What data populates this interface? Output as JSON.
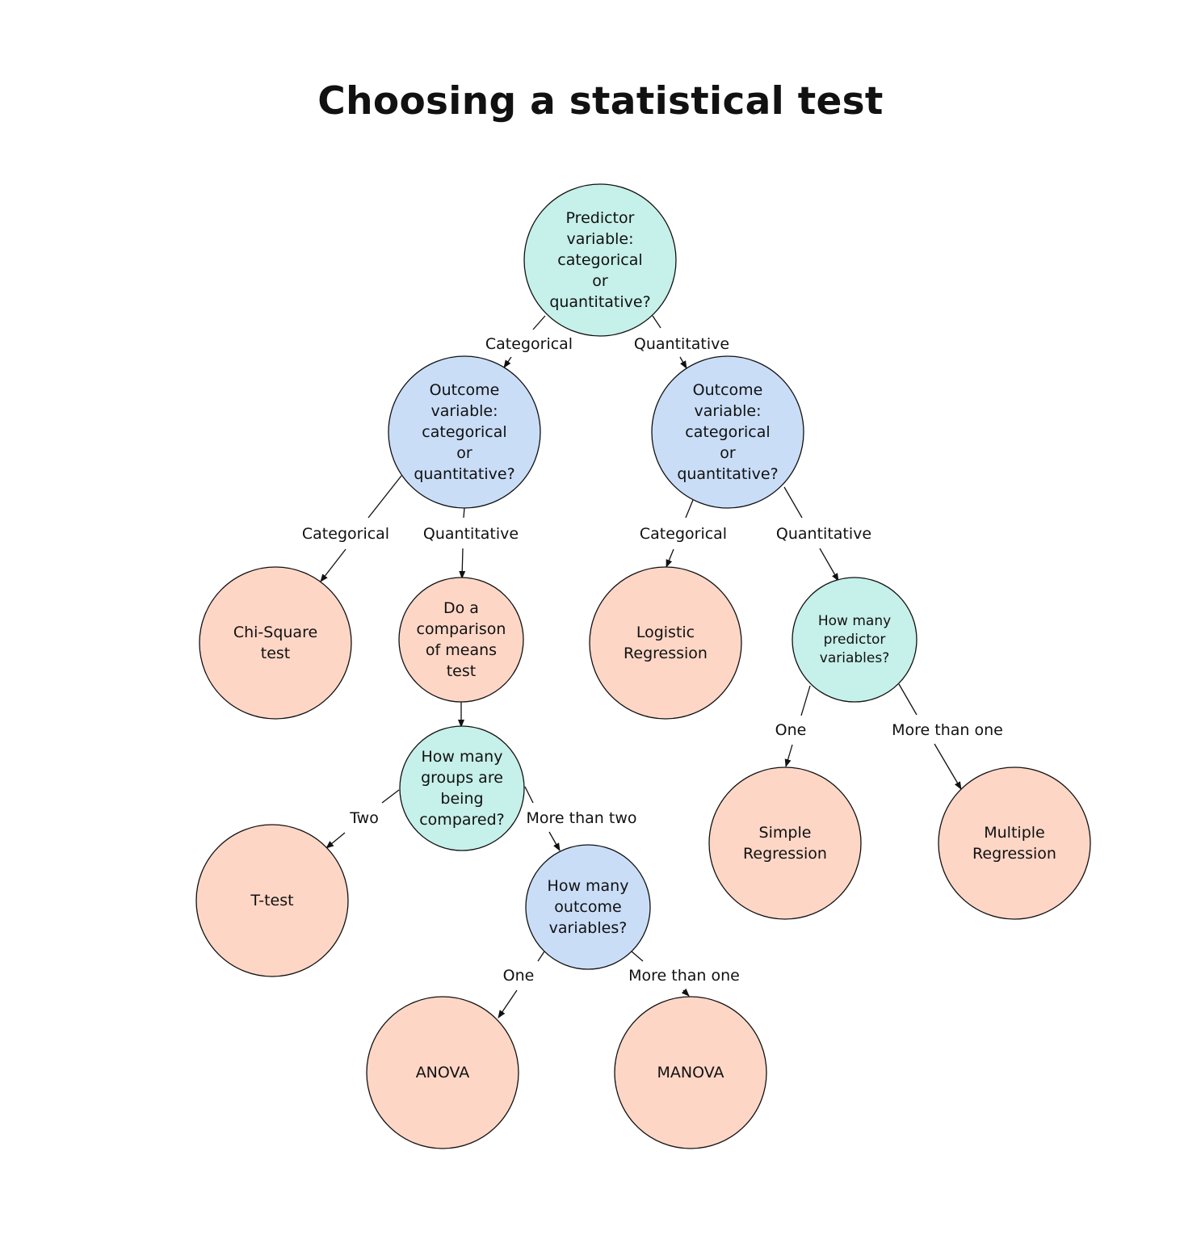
{
  "title": "Choosing a statistical test",
  "colors": {
    "question_teal": "#c6f0ea",
    "question_blue": "#c9ddf7",
    "result_peach": "#fdd6c6",
    "stroke": "#111111"
  },
  "nodes": {
    "root": "Predictor\nvariable:\ncategorical\nor\nquantitative?",
    "outcome_left": "Outcome\nvariable:\ncategorical\nor\nquantitative?",
    "outcome_right": "Outcome\nvariable:\ncategorical\nor\nquantitative?",
    "chi_square": "Chi-Square\ntest",
    "comparison_of_means": "Do a\ncomparison\nof means\ntest",
    "logistic": "Logistic\nRegression",
    "how_many_predictors": "How many\npredictor\nvariables?",
    "how_many_groups": "How many\ngroups are\nbeing\ncompared?",
    "t_test": "T-test",
    "how_many_outcomes": "How many\noutcome\nvariables?",
    "simple_regression": "Simple\nRegression",
    "multiple_regression": "Multiple\nRegression",
    "anova": "ANOVA",
    "manova": "MANOVA"
  },
  "edges": {
    "root_categorical": "Categorical",
    "root_quantitative": "Quantitative",
    "left_categorical": "Categorical",
    "left_quantitative": "Quantitative",
    "right_categorical": "Categorical",
    "right_quantitative": "Quantitative",
    "groups_two": "Two",
    "groups_more_than_two": "More than two",
    "predictors_one": "One",
    "predictors_more_than_one": "More than one",
    "outcomes_one": "One",
    "outcomes_more_than_one": "More than one"
  }
}
